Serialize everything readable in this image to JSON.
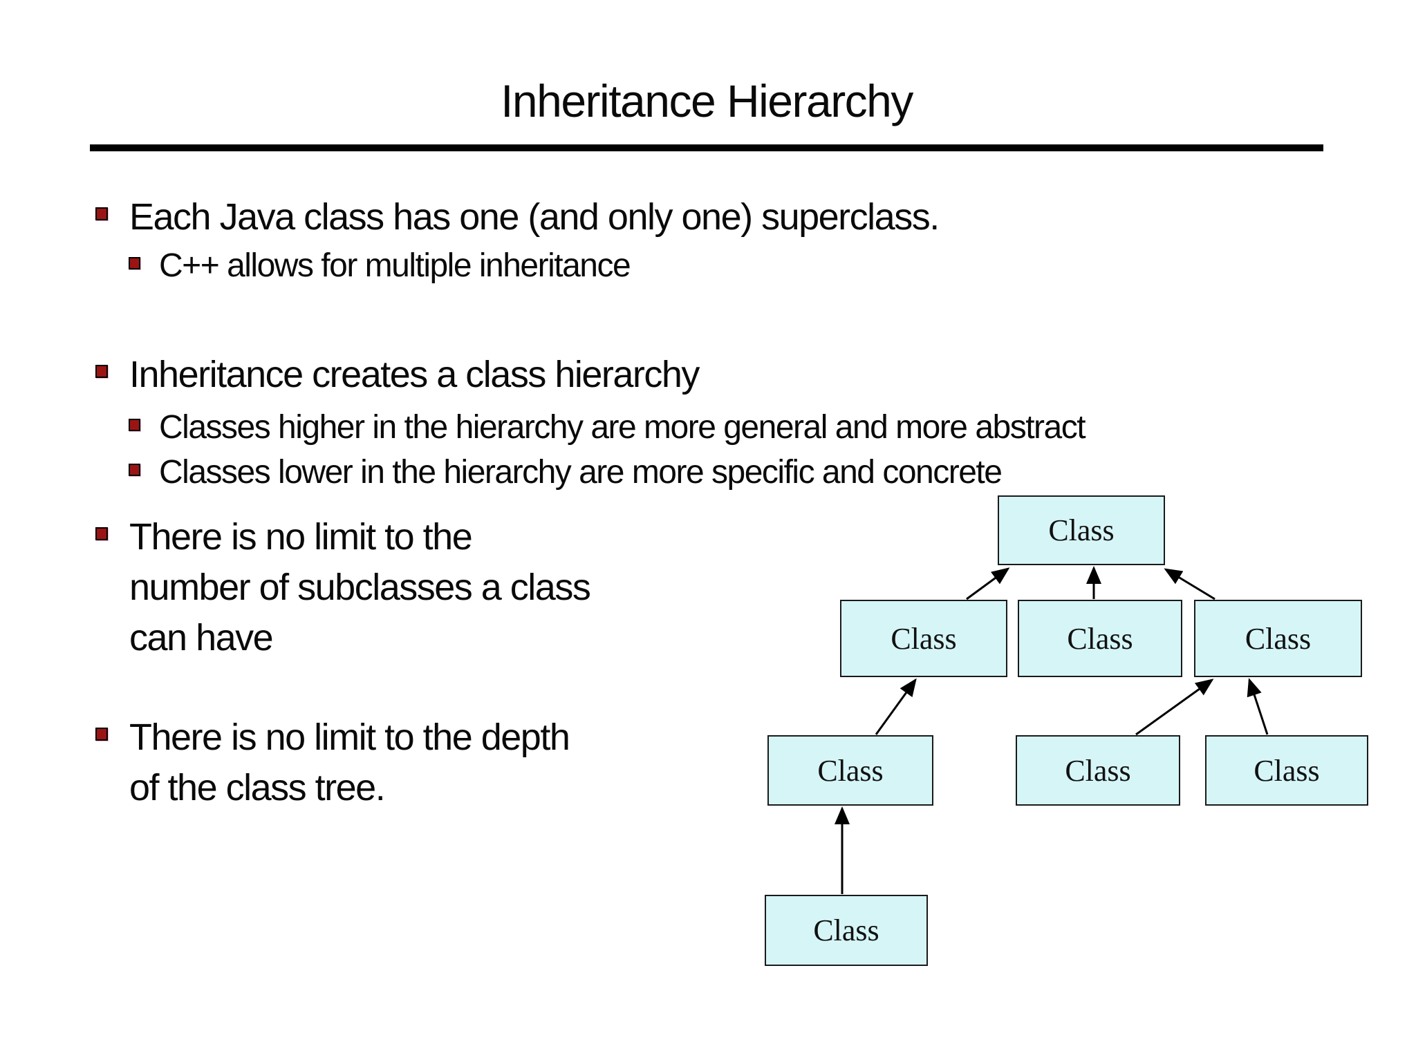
{
  "slide": {
    "title": "Inheritance Hierarchy",
    "bullets": [
      {
        "level": 1,
        "lines": [
          "Each Java class has one (and only one) superclass."
        ]
      },
      {
        "level": 2,
        "lines": [
          "C++ allows for multiple inheritance"
        ]
      },
      {
        "level": 1,
        "lines": [
          "Inheritance creates a class hierarchy"
        ]
      },
      {
        "level": 2,
        "lines": [
          "Classes higher in the hierarchy are more general and more abstract"
        ]
      },
      {
        "level": 2,
        "lines": [
          "Classes lower in the hierarchy are more specific and concrete"
        ]
      },
      {
        "level": 1,
        "lines": [
          "There is no limit to the",
          "number of subclasses a class",
          "can have"
        ]
      },
      {
        "level": 1,
        "lines": [
          "There is no limit to the depth",
          "of the class tree."
        ]
      }
    ]
  },
  "diagram": {
    "boxes": [
      {
        "id": "root",
        "label": "Class"
      },
      {
        "id": "mid-left",
        "label": "Class"
      },
      {
        "id": "mid-center",
        "label": "Class"
      },
      {
        "id": "mid-right",
        "label": "Class"
      },
      {
        "id": "bottom-left",
        "label": "Class"
      },
      {
        "id": "bottom-center",
        "label": "Class"
      },
      {
        "id": "bottom-right",
        "label": "Class"
      },
      {
        "id": "lowest",
        "label": "Class"
      }
    ]
  },
  "colors": {
    "background": "#ffffff",
    "text": "#0a0a0a",
    "bullet_red": "#9b1414",
    "rule_black": "#000000",
    "box_fill": "#d6f5f7",
    "box_border": "#1a1a1a"
  }
}
